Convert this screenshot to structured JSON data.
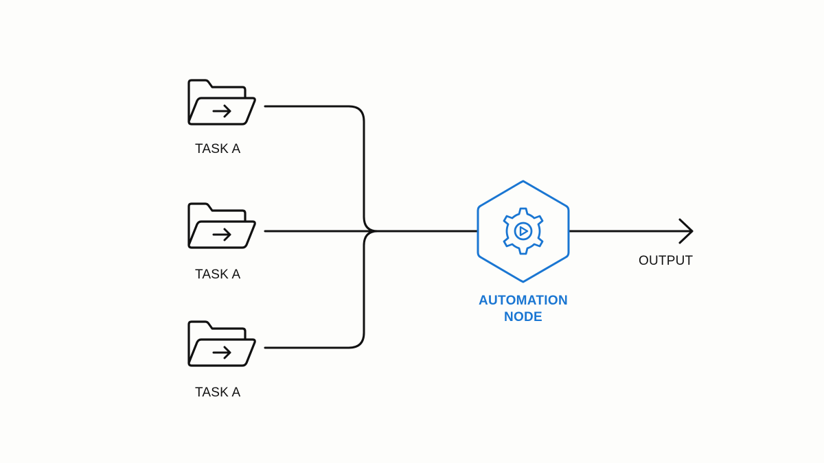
{
  "tasks": [
    {
      "label": "TASK A",
      "icon": "folder-arrow-icon"
    },
    {
      "label": "TASK A",
      "icon": "folder-arrow-icon"
    },
    {
      "label": "TASK A",
      "icon": "folder-arrow-icon"
    }
  ],
  "node": {
    "label_line1": "AUTOMATION",
    "label_line2": "NODE",
    "icon": "gear-play-icon",
    "color": "#1a76d2"
  },
  "output": {
    "label": "OUTPUT",
    "icon": "arrow-right-icon"
  },
  "colors": {
    "line": "#111111",
    "accent": "#1a76d2",
    "background": "#fdfdfb"
  }
}
